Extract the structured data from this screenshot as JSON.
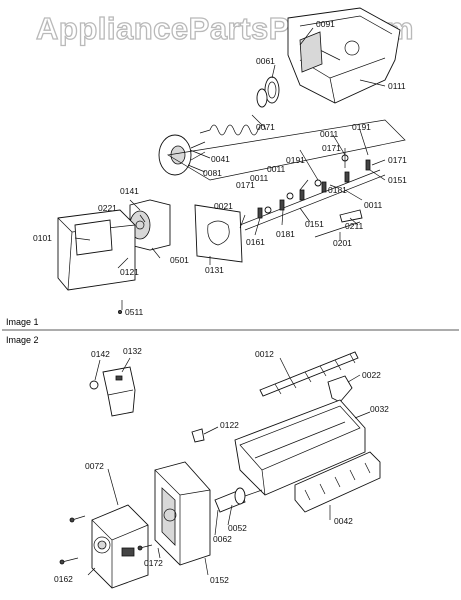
{
  "watermark": "AppliancePartsPros.com",
  "sections": [
    {
      "title": "Image 1"
    },
    {
      "title": "Image 2"
    }
  ],
  "parts_image1": [
    "0091",
    "0061",
    "0111",
    "0071",
    "0041",
    "0081",
    "0191",
    "0011",
    "0171",
    "0191",
    "0171",
    "0151",
    "0011",
    "0171",
    "0011",
    "0181",
    "0011",
    "0141",
    "0221",
    "0021",
    "0161",
    "0181",
    "0151",
    "0211",
    "0201",
    "0101",
    "0121",
    "0501",
    "0131",
    "0511"
  ],
  "parts_image2": [
    "0142",
    "0132",
    "0012",
    "0022",
    "0032",
    "0122",
    "0072",
    "0042",
    "0052",
    "0062",
    "0162",
    "0172",
    "0152"
  ]
}
